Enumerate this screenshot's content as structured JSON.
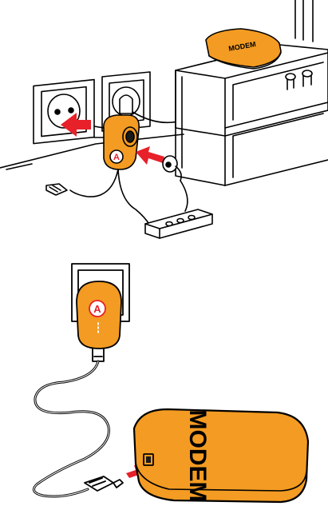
{
  "labels": {
    "modem_top": "MODEM",
    "modem_bottom": "MODEM",
    "adapter_top": "A",
    "adapter_bottom": "A"
  },
  "colors": {
    "adapter_orange": "#F39B22",
    "modem_orange": "#F39B22",
    "arrow_red": "#E8202A",
    "line": "#000000",
    "dark_hole": "#1A1A1A"
  }
}
